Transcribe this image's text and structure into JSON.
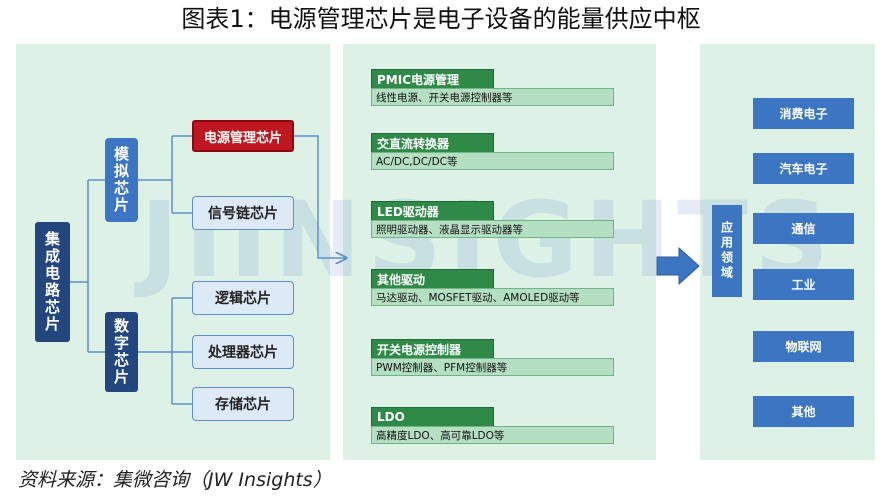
{
  "title": "图表1：电源管理芯片是电子设备的能量供应中枢",
  "watermark": "JIINSIGHTS",
  "left": {
    "root": "集成电路芯片",
    "analog": "模拟芯片",
    "digital": "数字芯片",
    "analog_children": [
      "电源管理芯片",
      "信号链芯片"
    ],
    "digital_children": [
      "逻辑芯片",
      "处理器芯片",
      "存储芯片"
    ]
  },
  "categories": [
    {
      "head": "PMIC电源管理",
      "body": "线性电源、开关电源控制器等"
    },
    {
      "head": "交直流转换器",
      "body": "AC/DC,DC/DC等"
    },
    {
      "head": "LED驱动器",
      "body": "照明驱动器、液晶显示驱动器等"
    },
    {
      "head": "其他驱动",
      "body": "马达驱动、MOSFET驱动、AMOLED驱动等"
    },
    {
      "head": "开关电源控制器",
      "body": "PWM控制器、PFM控制器等"
    },
    {
      "head": "LDO",
      "body": "高精度LDO、高可靠LDO等"
    }
  ],
  "application": {
    "label": "应用领域",
    "items": [
      "消费电子",
      "汽车电子",
      "通信",
      "工业",
      "物联网",
      "其他"
    ]
  },
  "source": "资料来源：集微咨询（JW Insights）"
}
